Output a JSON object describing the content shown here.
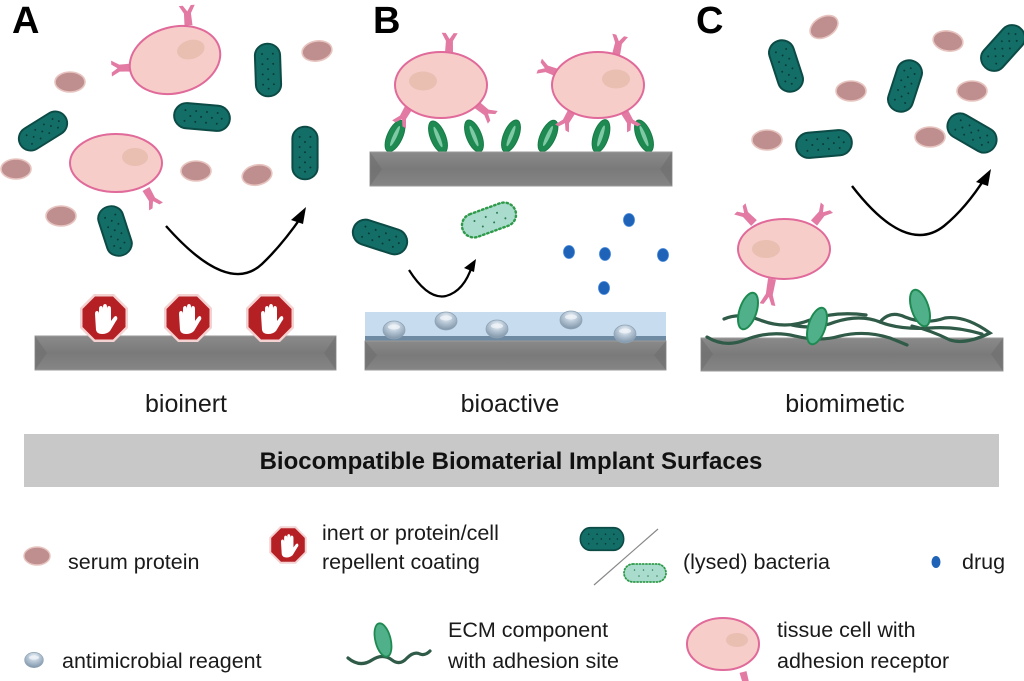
{
  "figure": {
    "title": "Biocompatible Biomaterial Implant Surfaces",
    "colors": {
      "substrate": "#808080",
      "serum_protein": "#bf8f8f",
      "bacteria": "#136e68",
      "bacteria_outline": "#0c4a45",
      "lysed_bacteria": "#a9dccd",
      "lysed_outline": "#2e9a4a",
      "cell_body": "#f7cdc9",
      "cell_outline": "#e06a9a",
      "cell_nucleus": "#e8bfb0",
      "receptor": "#e27aa4",
      "stop_sign": "#b52025",
      "drug": "#1f63b8",
      "ecm_fiber": "#2f5b48",
      "adhesion_site": "#3aa37a",
      "coating_layer": "#c7dcef",
      "banner_bg": "#c8c8c8"
    }
  },
  "panels": [
    {
      "id": "A",
      "letter": "A",
      "caption": "bioinert"
    },
    {
      "id": "B",
      "letter": "B",
      "caption": "bioactive"
    },
    {
      "id": "C",
      "letter": "C",
      "caption": "biomimetic"
    }
  ],
  "legend": {
    "items": [
      {
        "icon": "serum-protein-icon",
        "lines": [
          "serum protein"
        ]
      },
      {
        "icon": "stop-hand-icon",
        "lines": [
          "inert or protein/cell",
          "repellent coating"
        ]
      },
      {
        "icon": "bacteria-icon",
        "lines": [
          "(lysed) bacteria"
        ]
      },
      {
        "icon": "drug-icon",
        "lines": [
          "drug"
        ]
      },
      {
        "icon": "antimicrobial-reagent-icon",
        "lines": [
          "antimicrobial reagent"
        ]
      },
      {
        "icon": "ecm-component-icon",
        "lines": [
          "ECM component",
          "with adhesion site"
        ]
      },
      {
        "icon": "tissue-cell-icon",
        "lines": [
          "tissue cell with",
          "adhesion receptor"
        ]
      }
    ]
  }
}
